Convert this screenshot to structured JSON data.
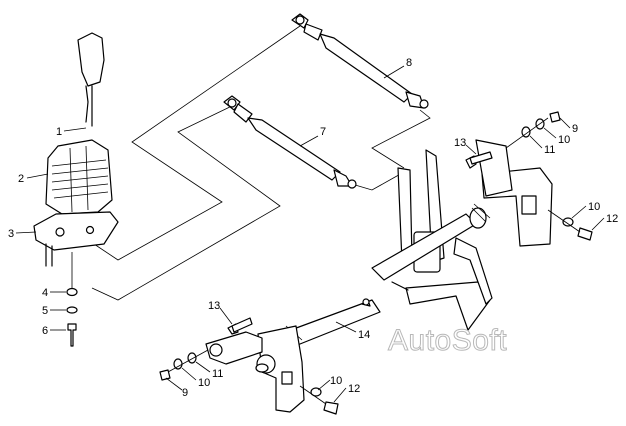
{
  "diagram": {
    "watermark": "AutoSoft",
    "callouts": [
      {
        "id": "c1",
        "text": "1"
      },
      {
        "id": "c2",
        "text": "2"
      },
      {
        "id": "c3",
        "text": "3"
      },
      {
        "id": "c4",
        "text": "4"
      },
      {
        "id": "c5",
        "text": "5"
      },
      {
        "id": "c6",
        "text": "6"
      },
      {
        "id": "c7",
        "text": "7"
      },
      {
        "id": "c8",
        "text": "8"
      },
      {
        "id": "c9a",
        "text": "9"
      },
      {
        "id": "c10a",
        "text": "10"
      },
      {
        "id": "c11a",
        "text": "11"
      },
      {
        "id": "c13a",
        "text": "13"
      },
      {
        "id": "c10b",
        "text": "10"
      },
      {
        "id": "c12a",
        "text": "12"
      },
      {
        "id": "c13b",
        "text": "13"
      },
      {
        "id": "c14",
        "text": "14"
      },
      {
        "id": "c11b",
        "text": "11"
      },
      {
        "id": "c10c",
        "text": "10"
      },
      {
        "id": "c9b",
        "text": "9"
      },
      {
        "id": "c10d",
        "text": "10"
      },
      {
        "id": "c12b",
        "text": "12"
      }
    ]
  }
}
